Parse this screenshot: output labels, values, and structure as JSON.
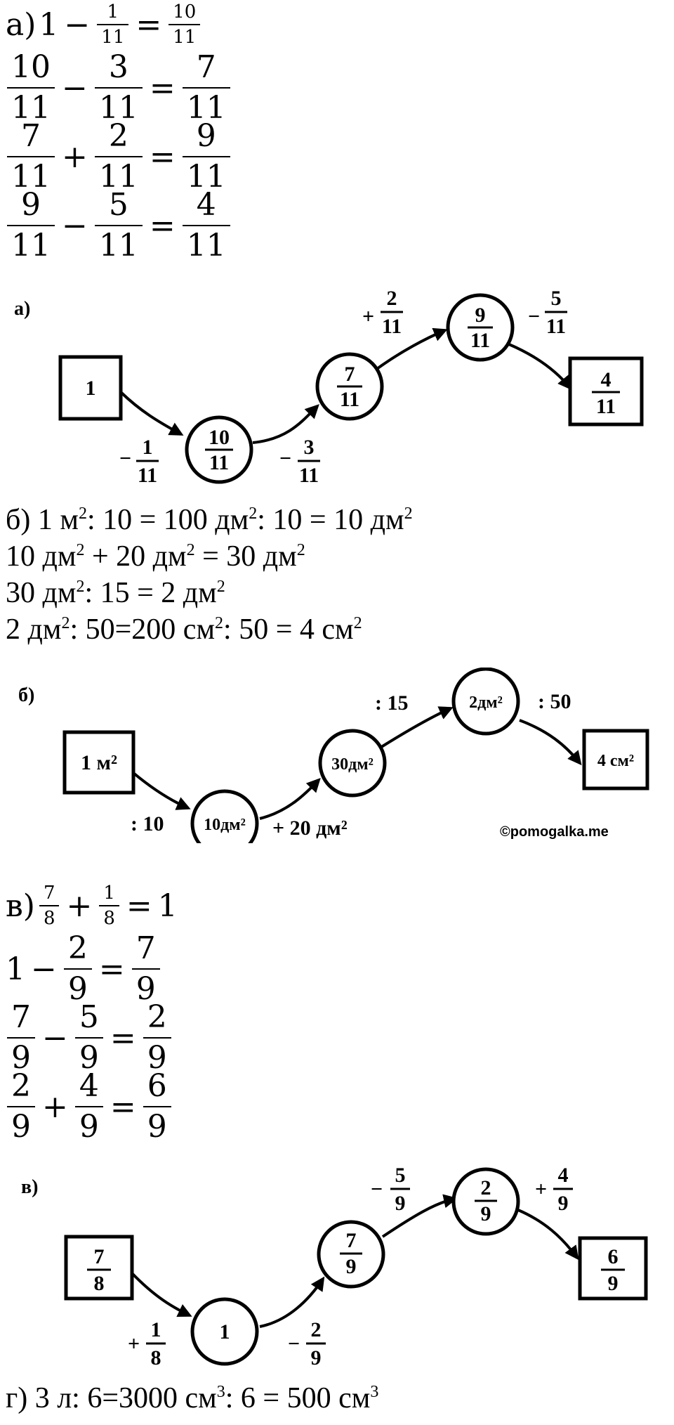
{
  "part_a": {
    "eq1": {
      "prefix": "а)",
      "a": "1",
      "op": "−",
      "b_num": "1",
      "b_den": "11",
      "eq": "=",
      "r_num": "10",
      "r_den": "11"
    },
    "eq2": {
      "a_num": "10",
      "a_den": "11",
      "op": "−",
      "b_num": "3",
      "b_den": "11",
      "eq": "=",
      "r_num": "7",
      "r_den": "11"
    },
    "eq3": {
      "a_num": "7",
      "a_den": "11",
      "op": "+",
      "b_num": "2",
      "b_den": "11",
      "eq": "=",
      "r_num": "9",
      "r_den": "11"
    },
    "eq4": {
      "a_num": "9",
      "a_den": "11",
      "op": "−",
      "b_num": "5",
      "b_den": "11",
      "eq": "=",
      "r_num": "4",
      "r_den": "11"
    }
  },
  "diagram_a": {
    "label": "а)",
    "start": "1",
    "n1": {
      "num": "10",
      "den": "11"
    },
    "n2": {
      "num": "7",
      "den": "11"
    },
    "n3": {
      "num": "9",
      "den": "11"
    },
    "end": {
      "num": "4",
      "den": "11"
    },
    "ops": [
      {
        "sign": "−",
        "num": "1",
        "den": "11"
      },
      {
        "sign": "−",
        "num": "3",
        "den": "11"
      },
      {
        "sign": "+",
        "num": "2",
        "den": "11"
      },
      {
        "sign": "−",
        "num": "5",
        "den": "11"
      }
    ]
  },
  "part_b": {
    "line1": {
      "a": "б) 1 м",
      "b": ": 10 = 100 дм",
      "c": ": 10 = 10 дм",
      "sup": "2"
    },
    "line2": {
      "a": "10 дм",
      "b": " + 20 дм",
      "c": " = 30 дм",
      "sup": "2"
    },
    "line3": {
      "a": "30 дм",
      "b": ": 15 = 2 дм",
      "sup": "2"
    },
    "line4": {
      "a": "2 дм",
      "b": ": 50=200 см",
      "c": ": 50 = 4 см",
      "sup": "2"
    }
  },
  "diagram_b": {
    "label": "б)",
    "start": "1 м²",
    "n1": "10дм²",
    "n2": "30дм²",
    "n3": "2дм²",
    "end": "4 см²",
    "ops": [
      ": 10",
      "+ 20 дм²",
      ": 15",
      ": 50"
    ],
    "watermark": "©pomogalka.me"
  },
  "part_v": {
    "eq1": {
      "prefix": "в)",
      "a_num": "7",
      "a_den": "8",
      "op": "+",
      "b_num": "1",
      "b_den": "8",
      "eq": "=",
      "r": "1"
    },
    "eq2": {
      "a": "1",
      "op": "−",
      "b_num": "2",
      "b_den": "9",
      "eq": "=",
      "r_num": "7",
      "r_den": "9"
    },
    "eq3": {
      "a_num": "7",
      "a_den": "9",
      "op": "−",
      "b_num": "5",
      "b_den": "9",
      "eq": "=",
      "r_num": "2",
      "r_den": "9"
    },
    "eq4": {
      "a_num": "2",
      "a_den": "9",
      "op": "+",
      "b_num": "4",
      "b_den": "9",
      "eq": "=",
      "r_num": "6",
      "r_den": "9"
    }
  },
  "diagram_v": {
    "label": "в)",
    "start": {
      "num": "7",
      "den": "8"
    },
    "n1": "1",
    "n2": {
      "num": "7",
      "den": "9"
    },
    "n3": {
      "num": "2",
      "den": "9"
    },
    "end": {
      "num": "6",
      "den": "9"
    },
    "ops": [
      {
        "sign": "+",
        "num": "1",
        "den": "8"
      },
      {
        "sign": "−",
        "num": "2",
        "den": "9"
      },
      {
        "sign": "−",
        "num": "5",
        "den": "9"
      },
      {
        "sign": "+",
        "num": "4",
        "den": "9"
      }
    ]
  },
  "part_g": {
    "line1": {
      "a": "г) 3 л: 6=3000 см",
      "b": ": 6 = 500 см",
      "sup": "3"
    }
  }
}
